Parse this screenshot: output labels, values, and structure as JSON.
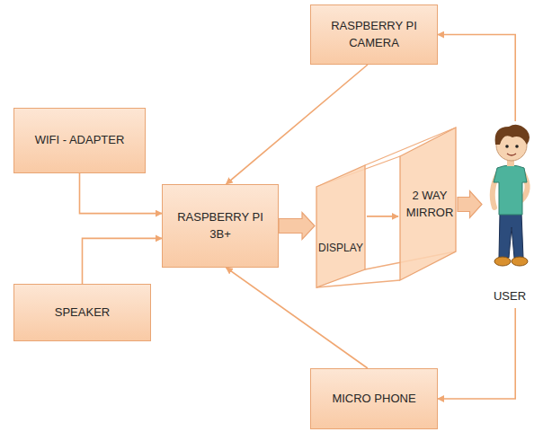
{
  "diagram": {
    "nodes": [
      {
        "text": [
          "RASPBERRY PI CAMERA"
        ]
      },
      {
        "text": [
          "WIFI - ADAPTER"
        ]
      },
      {
        "text": [
          "RASPBERRY PI 3B+"
        ]
      },
      {
        "text": [
          "DISPLAY"
        ]
      },
      {
        "text": [
          "2 WAY MIRROR"
        ]
      },
      {
        "text": [
          "USER"
        ]
      },
      {
        "text": [
          "SPEAKER"
        ]
      },
      {
        "text": [
          "MICRO PHONE"
        ]
      }
    ],
    "edges": [
      {
        "from": 0,
        "to": 2,
        "arrow": "to"
      },
      {
        "from": 1,
        "to": 2,
        "arrow": "to"
      },
      {
        "from": 6,
        "to": 2,
        "arrow": "to"
      },
      {
        "from": 7,
        "to": 2,
        "arrow": "to"
      },
      {
        "from": 2,
        "to": 3,
        "arrow": "to"
      },
      {
        "from": 3,
        "to": 4,
        "arrow": "to"
      },
      {
        "from": 4,
        "to": 5,
        "arrow": "to"
      },
      {
        "from": 5,
        "to": 0,
        "arrow": "to"
      },
      {
        "from": 5,
        "to": 7,
        "arrow": "to"
      }
    ]
  }
}
